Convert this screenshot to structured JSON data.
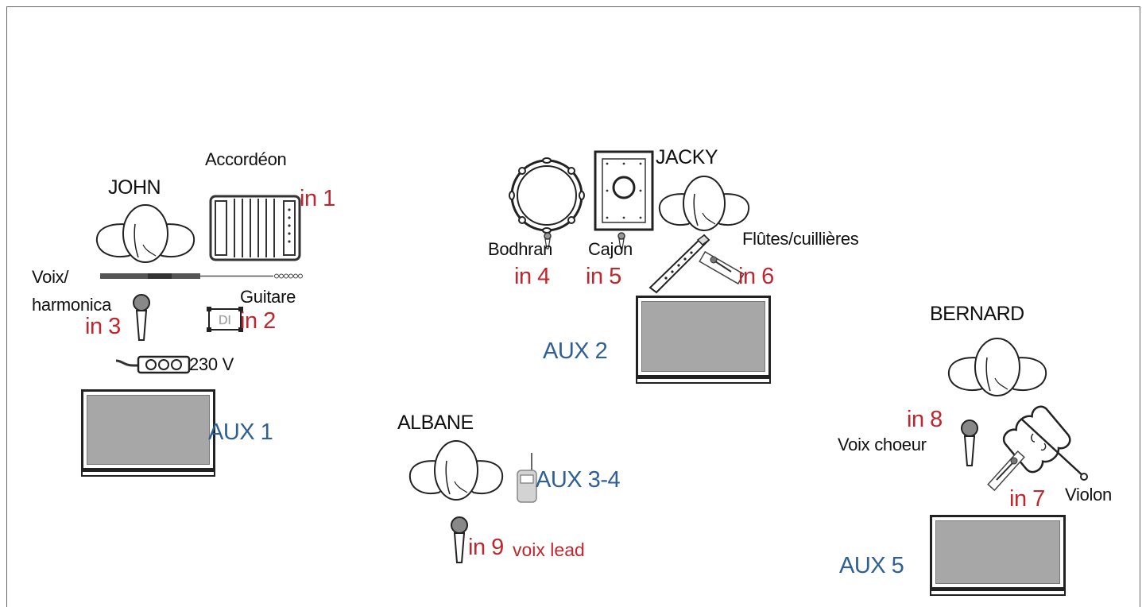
{
  "musicians": {
    "john": "JOHN",
    "jacky": "JACKY",
    "bernard": "BERNARD",
    "albane": "ALBANE"
  },
  "instruments": {
    "accordeon": "Accordéon",
    "voix_harmonica_1": "Voix/",
    "voix_harmonica_2": "harmonica",
    "guitare": "Guitare",
    "power": "230 V",
    "bodhran": "Bodhran",
    "cajon": "Cajon",
    "flutes": "Flûtes/cuillières",
    "voix_choeur": "Voix choeur",
    "violon": "Violon",
    "voix_lead": "voix lead"
  },
  "inputs": {
    "in1": "in 1",
    "in2": "in 2",
    "in3": "in 3",
    "in4": "in 4",
    "in5": "in 5",
    "in6": "in 6",
    "in7": "in 7",
    "in8": "in 8",
    "in9": "in 9"
  },
  "aux": {
    "aux1": "AUX 1",
    "aux2": "AUX 2",
    "aux34": "AUX 3-4",
    "aux5": "AUX 5"
  },
  "di_label": "DI",
  "colors": {
    "input": "#c0262d",
    "aux": "#2e5f96",
    "monitor_fill": "#a7a7a7"
  },
  "icons": [
    "person-icon",
    "accordion-icon",
    "microphone-icon",
    "di-box-icon",
    "power-strip-icon",
    "cable-icon",
    "bodhran-icon",
    "cajon-icon",
    "flute-icon",
    "violin-icon",
    "in-ear-receiver-icon",
    "monitor-wedge-icon"
  ]
}
